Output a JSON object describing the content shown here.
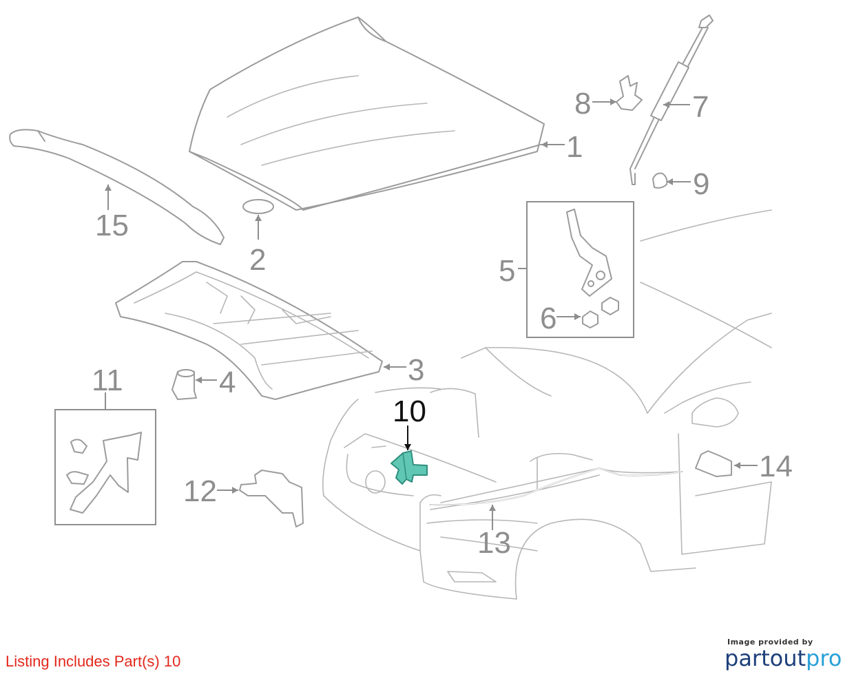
{
  "callouts": [
    {
      "id": "1",
      "label": "1"
    },
    {
      "id": "2",
      "label": "2"
    },
    {
      "id": "3",
      "label": "3"
    },
    {
      "id": "4",
      "label": "4"
    },
    {
      "id": "5",
      "label": "5"
    },
    {
      "id": "6",
      "label": "6"
    },
    {
      "id": "7",
      "label": "7"
    },
    {
      "id": "8",
      "label": "8"
    },
    {
      "id": "9",
      "label": "9"
    },
    {
      "id": "10",
      "label": "10",
      "highlighted": true
    },
    {
      "id": "11",
      "label": "11"
    },
    {
      "id": "12",
      "label": "12"
    },
    {
      "id": "13",
      "label": "13"
    },
    {
      "id": "14",
      "label": "14"
    },
    {
      "id": "15",
      "label": "15"
    }
  ],
  "footer": {
    "listing_note": "Listing Includes Part(s) 10",
    "credit_small": "Image provided by",
    "credit_logo_part1": "partout",
    "credit_logo_part2": "pro"
  },
  "colors": {
    "line": "#9b9b9b",
    "highlight_fill": "#5fc7b3",
    "listing_note": "#e3271b",
    "logo_blue": "#1d3f7a",
    "logo_accent": "#2aa0d8"
  }
}
